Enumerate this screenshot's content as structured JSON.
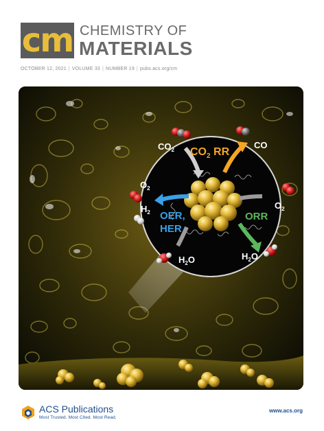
{
  "masthead": {
    "logo_text": "cm",
    "title_line1": "CHEMISTRY OF",
    "title_line2": "MATERIALS"
  },
  "issue": {
    "date": "OCTOBER 12, 2021",
    "volume": "VOLUME 33",
    "number": "NUMBER 19",
    "url": "pubs.acs.org/cm"
  },
  "cover_labels": {
    "co2_prefix": "CO",
    "co2_sub": "2",
    "co2rr_prefix": "CO",
    "co2rr_sub": "2",
    "co2rr_suffix": " RR",
    "co": "CO",
    "o2_left_prefix": "O",
    "o2_left_sub": "2",
    "h2_prefix": "H",
    "h2_sub": "2",
    "oer": "OER,",
    "her": "HER",
    "o2_right_prefix": "O",
    "o2_right_sub": "2",
    "orr": "ORR",
    "h2o_left_prefix": "H",
    "h2o_left_sub": "2",
    "h2o_left_suffix": "O",
    "h2o_right_prefix": "H",
    "h2o_right_sub": "2",
    "h2o_right_suffix": "O"
  },
  "colors": {
    "logo_gold": "#e8bd3c",
    "logo_grey": "#5b5b5b",
    "co2rr_label": "#f5a623",
    "oer_label": "#3aa0e8",
    "orr_label": "#5cb85c",
    "acs_blue": "#1f4e8c"
  },
  "footer": {
    "publisher_acs": "ACS",
    "publisher_pub": " Publications",
    "tagline": "Most Trusted. Most Cited. Most Read.",
    "website": "www.acs.org"
  }
}
